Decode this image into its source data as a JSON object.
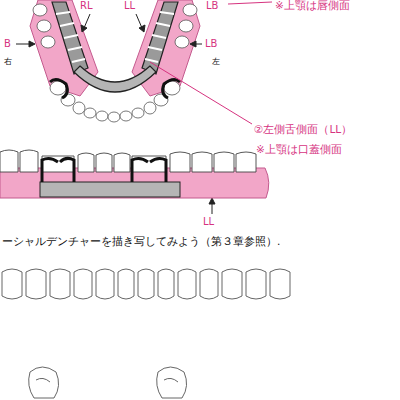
{
  "diagram": {
    "labels": [
      "RL",
      "LL",
      "LB",
      "※上顎は唇側面",
      "B",
      "右",
      "左",
      "LB",
      "②左側舌側面（LL）",
      "※上顎は口蓋側面",
      "LL",
      "ーシャルデンチャーを描き写してみよう（第３章参照）."
    ]
  }
}
